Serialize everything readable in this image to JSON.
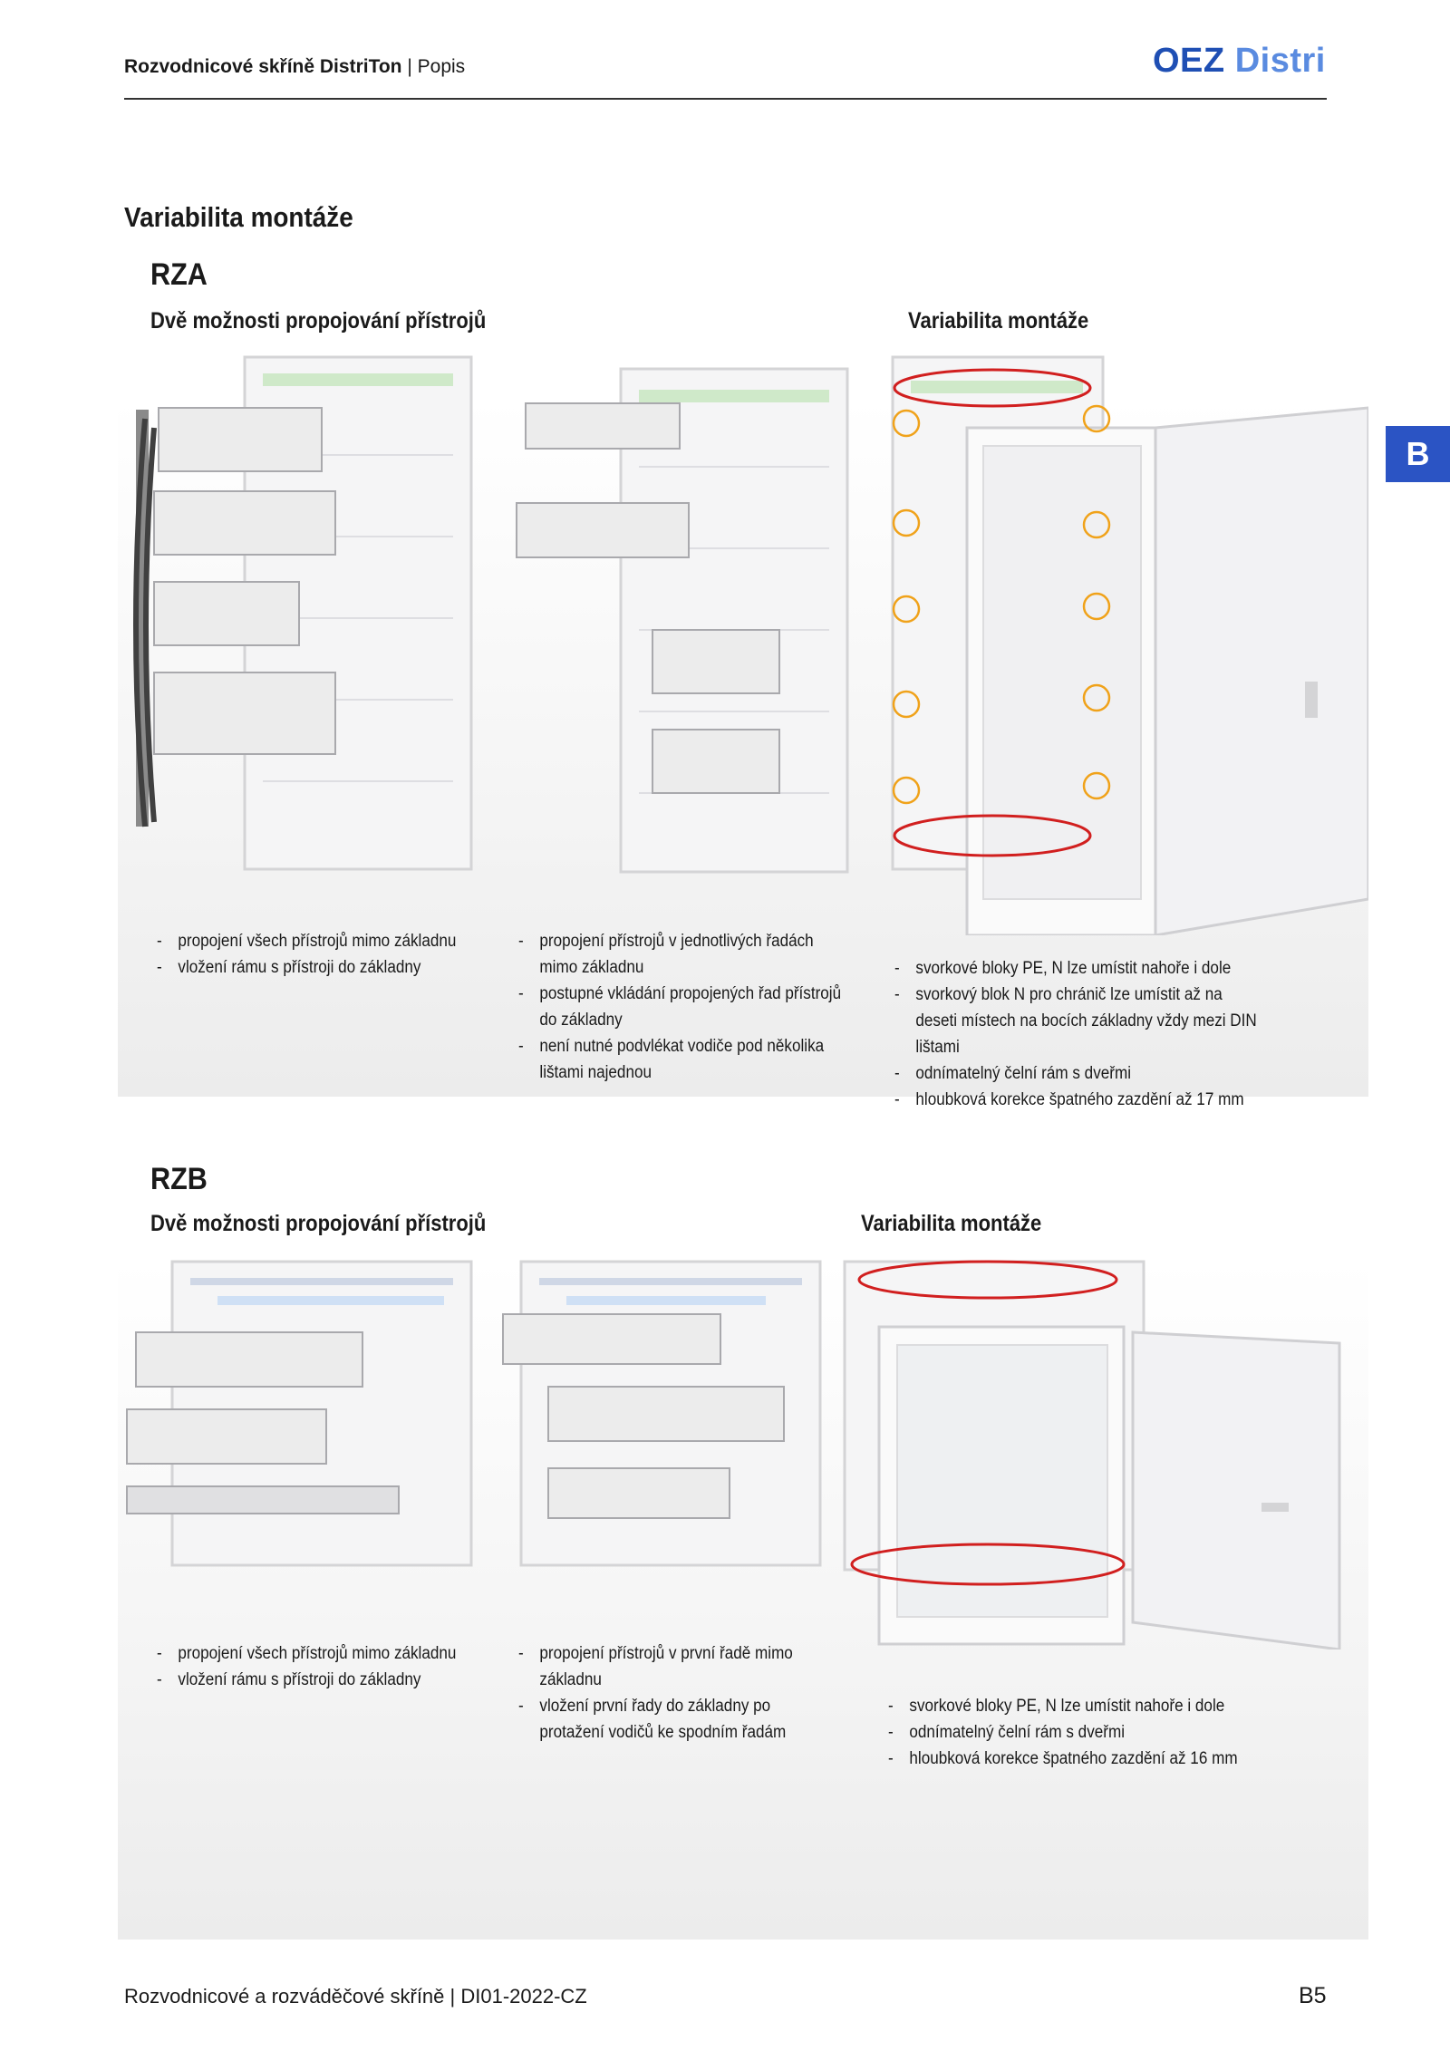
{
  "header": {
    "title_bold": "Rozvodnicové skříně DistriTon",
    "title_sep": "|",
    "title_rest": "Popis",
    "logo_part1": "OEZ",
    "logo_part2": "Distri"
  },
  "side_tab": "B",
  "main_heading": "Variabilita montáže",
  "rza": {
    "title": "RZA",
    "left_subtitle": "Dvě možnosti propojování  přístrojů",
    "right_subtitle": "Variabilita montáže",
    "col1": [
      "propojení všech přístrojů mimo základnu",
      "vložení rámu s přístroji do základny"
    ],
    "col2": [
      "propojení přístrojů v jednotlivých řadách mimo základnu",
      "postupné vkládání propojených řad přístrojů do základny",
      "není nutné podvlékat vodiče pod několika lištami najednou"
    ],
    "col3": [
      "svorkové bloky PE, N lze umístit nahoře i dole",
      "svorkový blok N pro chránič lze umístit až na deseti místech na bocích základny vždy mezi DIN lištami",
      "odnímatelný čelní rám s dveřmi",
      "hloubková korekce špatného zazdění až 17 mm"
    ]
  },
  "rzb": {
    "title": "RZB",
    "left_subtitle": "Dvě možnosti propojování  přístrojů",
    "right_subtitle": "Variabilita montáže",
    "col1": [
      "propojení všech přístrojů mimo základnu",
      "vložení rámu s přístroji do základny"
    ],
    "col2": [
      "propojení přístrojů v první řadě mimo základnu",
      "vložení první řady do základny po protažení vodičů ke spodním řadám"
    ],
    "col3": [
      "svorkové bloky PE, N lze umístit nahoře i dole",
      "odnímatelný čelní rám s dveřmi",
      "hloubková korekce špatného zazdění až 16 mm"
    ]
  },
  "footer": {
    "left": "Rozvodnicové a rozváděčové skříně | DI01-2022-CZ",
    "page": "B5"
  },
  "colors": {
    "accent_blue": "#2b54c4",
    "logo_dark": "#1f4fb4",
    "logo_light": "#5a8be0",
    "highlight_red": "#d11f1f",
    "highlight_orange": "#f0a21a"
  }
}
